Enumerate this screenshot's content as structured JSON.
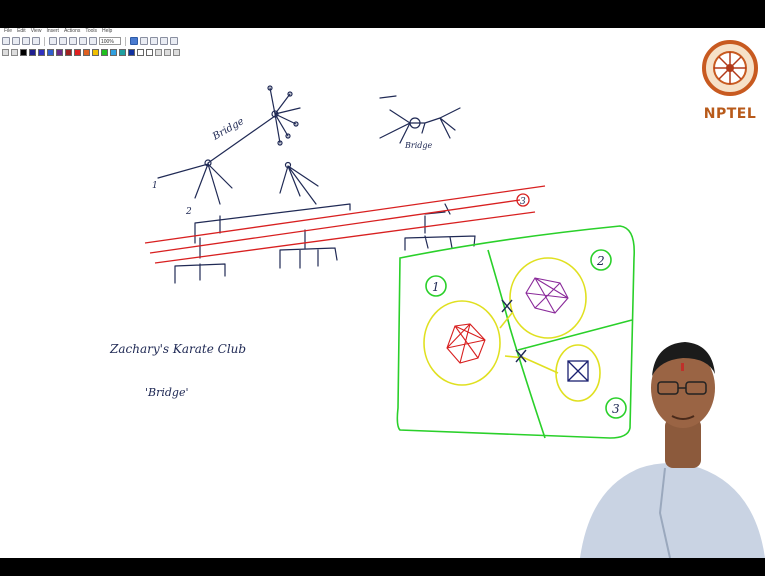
{
  "app": {
    "menu": [
      "File",
      "Edit",
      "View",
      "Insert",
      "Actions",
      "Tools",
      "Help"
    ],
    "toolbar": {
      "buttons": [
        "new-icon",
        "open-icon",
        "save-icon",
        "print-icon",
        "undo-icon",
        "redo-icon",
        "cut-icon",
        "copy-icon",
        "paste-icon",
        "pen-icon",
        "highlighter-icon",
        "eraser-icon",
        "select-icon",
        "zoom-icon"
      ],
      "zoom_field": "100%"
    },
    "palette": {
      "colors": [
        "#000000",
        "#1f1f8f",
        "#3030c0",
        "#2f5fd0",
        "#6a2a8a",
        "#a02020",
        "#e02020",
        "#e06020",
        "#f0c000",
        "#20c020",
        "#30a0e0",
        "#20a0a0",
        "#1030a0",
        "#ffffff",
        "#ffffff"
      ]
    }
  },
  "logo": {
    "text": "NPTEL",
    "colors": {
      "ring": "#c85a20",
      "text": "#b85a1a"
    }
  },
  "whiteboard": {
    "notes": {
      "bridge_diagonal": "Bridge",
      "bridge_small": "Bridge",
      "number_1_left": "1",
      "number_2_left": "2",
      "number_3_red": "3",
      "karate_title": "Zachary's Karate Club",
      "bridge_quote": "'Bridge'",
      "cluster_1": "1",
      "cluster_2": "2",
      "cluster_3": "3"
    },
    "ink_colors": {
      "dark": "#202a55",
      "red": "#d82020",
      "green": "#2ad02a",
      "yellow": "#e0e020",
      "purple": "#8a2a9a",
      "navy": "#1a2070"
    }
  }
}
